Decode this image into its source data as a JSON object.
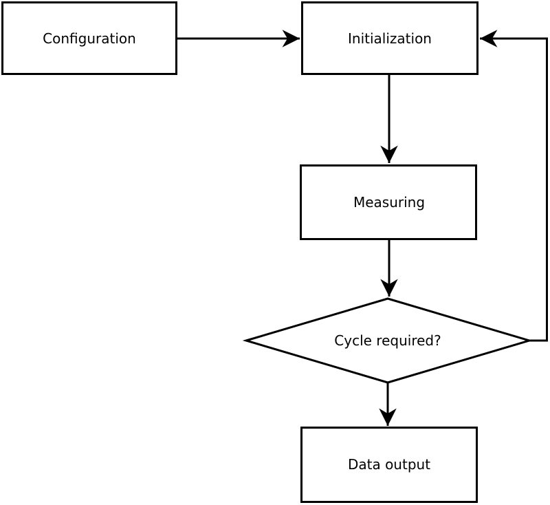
{
  "diagram": {
    "type": "flowchart",
    "nodes": {
      "configuration": {
        "label": "Configuration",
        "shape": "rectangle"
      },
      "initialization": {
        "label": "Initialization",
        "shape": "rectangle"
      },
      "measuring": {
        "label": "Measuring",
        "shape": "rectangle"
      },
      "cycle_required": {
        "label": "Cycle required?",
        "shape": "diamond"
      },
      "data_output": {
        "label": "Data output",
        "shape": "rectangle"
      }
    },
    "edges": [
      {
        "from": "configuration",
        "to": "initialization",
        "direction": "right"
      },
      {
        "from": "initialization",
        "to": "measuring",
        "direction": "down"
      },
      {
        "from": "measuring",
        "to": "cycle_required",
        "direction": "down"
      },
      {
        "from": "cycle_required",
        "to": "data_output",
        "direction": "down"
      },
      {
        "from": "cycle_required",
        "to": "initialization",
        "direction": "loop-right-up"
      }
    ],
    "colors": {
      "stroke": "#000000",
      "node_fill": "#ffffff",
      "background": "#ffffff",
      "text": "#000000"
    }
  }
}
